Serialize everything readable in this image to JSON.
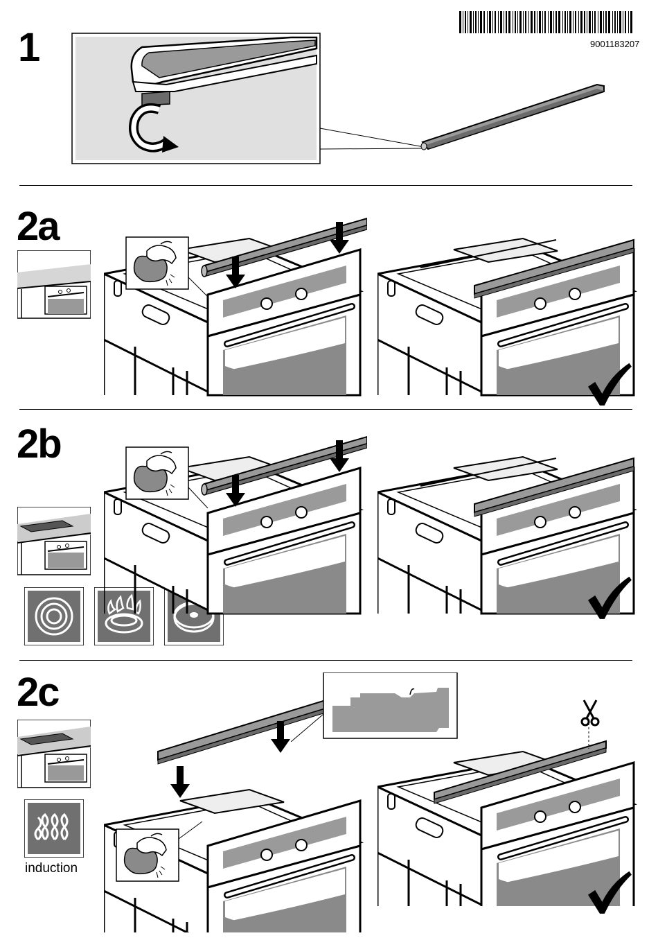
{
  "document": {
    "part_number": "9001183207",
    "steps": {
      "step1": "1",
      "step2a": "2a",
      "step2b": "2b",
      "step2c": "2c"
    },
    "induction_label": "induction"
  },
  "icons": {
    "barcode": "barcode-icon",
    "rotate_arrow": "rotate-arrow-icon",
    "cloth_wipe": "cleaning-cloth-icon",
    "down_arrow": "down-arrow-icon",
    "checkmark": "checkmark-icon",
    "scissors": "scissors-icon",
    "electric_hob": "electric-radiant-hob-icon",
    "gas_hob": "gas-burner-icon",
    "solid_plate": "solid-plate-hob-icon",
    "induction_hob": "induction-coil-icon"
  },
  "colors": {
    "panel_grey": "#e0e0e0",
    "strip_grey": "#9a9a9a",
    "dark_grey": "#6b6b6b",
    "icon_bg": "#707070"
  }
}
